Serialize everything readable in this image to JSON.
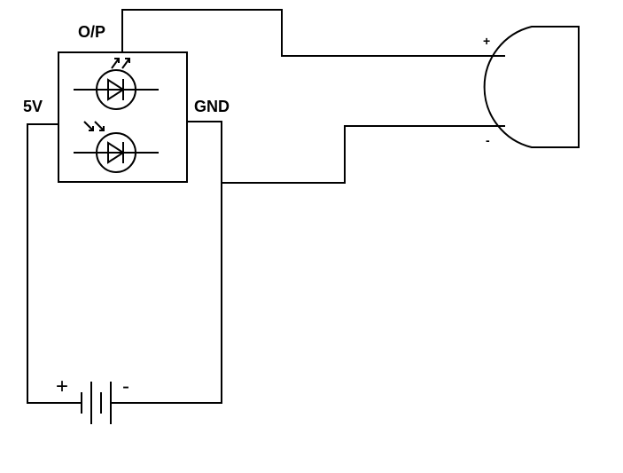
{
  "labels": {
    "output": "O/P",
    "supply": "5V",
    "ground": "GND",
    "buzzer_plus": "+",
    "buzzer_minus": "-",
    "battery_plus": "+",
    "battery_minus": "-"
  },
  "colors": {
    "line": "#000000",
    "background": "#ffffff"
  }
}
